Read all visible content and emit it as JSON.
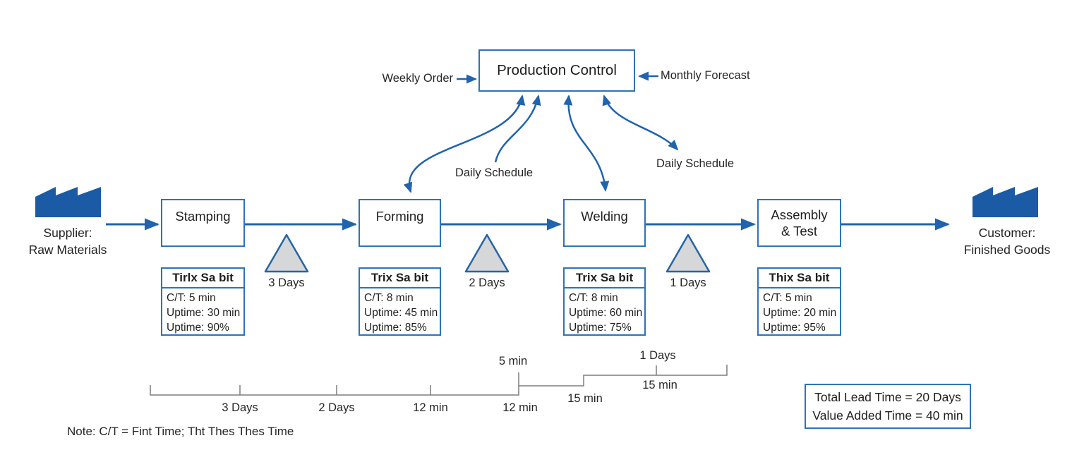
{
  "colors": {
    "accent_blue": "#2063ae",
    "box_border_blue": "#2e74b5",
    "factory_blue": "#1b5aa5",
    "triangle_fill": "#d6d7d8",
    "triangle_border": "#2465a5",
    "timeline_gray": "#7d7d7d",
    "text_dark": "#1f1f1f"
  },
  "production_control": {
    "title": "Production Control",
    "weekly_order_label": "Weekly Order",
    "monthly_forecast_label": "Monthly Forecast",
    "daily_schedule_left": "Daily Schedule",
    "daily_schedule_right": "Daily Schedule"
  },
  "supplier": {
    "line1": "Supplier:",
    "line2": "Raw Materials"
  },
  "customer": {
    "line1": "Customer:",
    "line2": "Finished Goods"
  },
  "processes": [
    {
      "name": "Stamping",
      "name_lines": [
        "Stamping"
      ],
      "data_box": {
        "title": "Tirlx Sa bit",
        "rows": [
          "C/T: 5 min",
          "Uptime: 30 min",
          "Uptime: 90%"
        ]
      }
    },
    {
      "name": "Forming",
      "name_lines": [
        "Forming"
      ],
      "data_box": {
        "title": "Trix Sa bit",
        "rows": [
          "C/T: 8 min",
          "Uptime: 45 min",
          "Uptime: 85%"
        ]
      }
    },
    {
      "name": "Welding",
      "name_lines": [
        "Welding"
      ],
      "data_box": {
        "title": "Trix Sa bit",
        "rows": [
          "C/T: 8 min",
          "Uptime: 60 min",
          "Uptime: 75%"
        ]
      }
    },
    {
      "name": "Assembly & Test",
      "name_lines": [
        "Assembly",
        "& Test"
      ],
      "data_box": {
        "title": "Thix Sa bit",
        "rows": [
          "C/T: 5 min",
          "Uptime: 20 min",
          "Uptime: 95%"
        ]
      }
    }
  ],
  "inventory": [
    {
      "label": "3 Days"
    },
    {
      "label": "2 Days"
    },
    {
      "label": "1 Days"
    }
  ],
  "timeline": {
    "below": [
      {
        "label": "3 Days"
      },
      {
        "label": "2 Days"
      },
      {
        "label": "12 min"
      },
      {
        "label": "12 min"
      },
      {
        "label": "15 min"
      },
      {
        "label": "15 min"
      }
    ],
    "above": [
      {
        "label": "5 min"
      },
      {
        "label": "1 Days"
      }
    ]
  },
  "summary": {
    "line1": "Total Lead Time = 20 Days",
    "line2": "Value Added Time = 40 min"
  },
  "note": "Note: C/T = Fint Time; Tht Thes Thes Time"
}
